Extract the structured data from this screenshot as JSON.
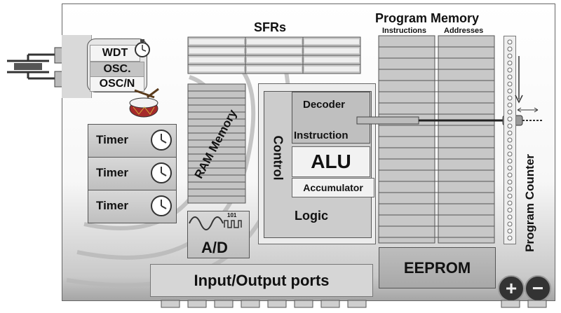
{
  "oscillator": {
    "wdt": "WDT",
    "osc": "OSC.",
    "oscn": "OSC/N"
  },
  "sfrs": {
    "label": "SFRs"
  },
  "program_memory": {
    "title": "Program Memory",
    "instructions": "Instructions",
    "addresses": "Addresses"
  },
  "timers": [
    "Timer",
    "Timer",
    "Timer"
  ],
  "ram": {
    "label": "RAM Memory"
  },
  "cpu": {
    "control": "Control",
    "decoder": "Decoder",
    "instruction": "Instruction",
    "alu": "ALU",
    "accumulator": "Accumulator",
    "logic": "Logic"
  },
  "adc": {
    "label": "A/D",
    "bits": "101"
  },
  "io": {
    "label": "Input/Output ports"
  },
  "eeprom": {
    "label": "EEPROM"
  },
  "program_counter": {
    "label": "Program Counter"
  },
  "power": {
    "plus": "+",
    "minus": "−"
  },
  "colors": {
    "chip_gray": "#c8c8c8",
    "outline": "#555555",
    "text": "#111111"
  }
}
